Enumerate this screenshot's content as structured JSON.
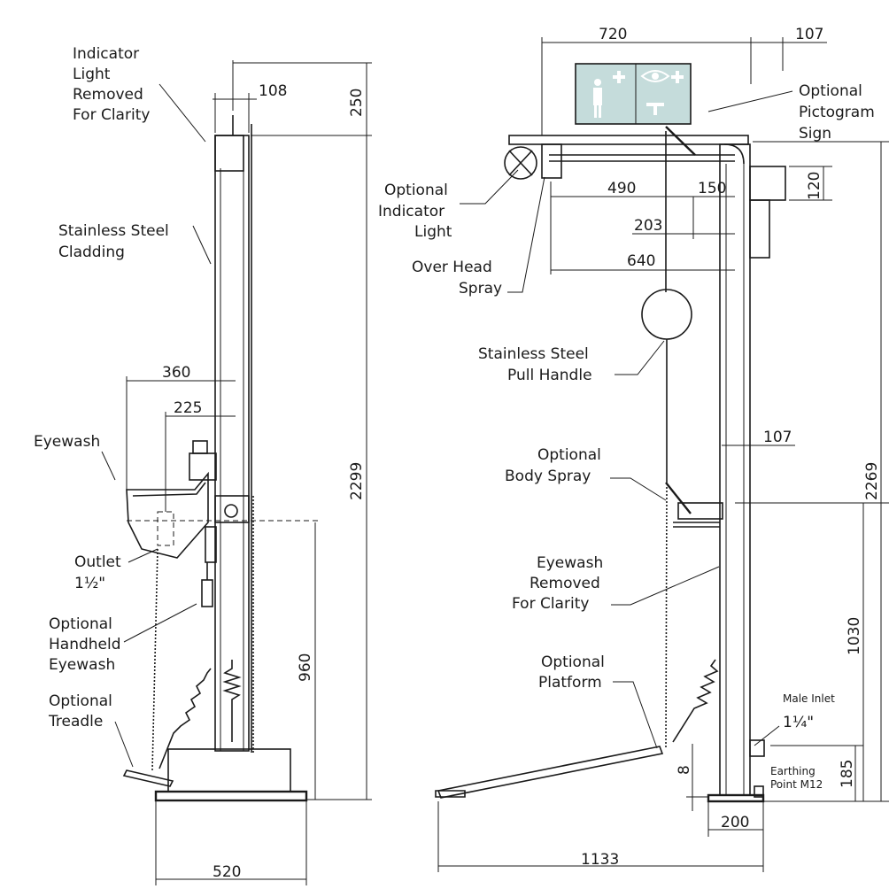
{
  "labels": {
    "indicator_light_removed": [
      "Indicator",
      "Light",
      "Removed",
      "For Clarity"
    ],
    "stainless_cladding": [
      "Stainless Steel",
      "Cladding"
    ],
    "eyewash": "Eyewash",
    "outlet": [
      "Outlet",
      "1½\""
    ],
    "optional_handheld": [
      "Optional",
      "Handheld",
      "Eyewash"
    ],
    "optional_treadle": [
      "Optional",
      "Treadle"
    ],
    "optional_indicator_light": [
      "Optional",
      "Indicator",
      "Light"
    ],
    "over_head_spray": [
      "Over Head",
      "Spray"
    ],
    "pull_handle": [
      "Stainless Steel",
      "Pull Handle"
    ],
    "body_spray": [
      "Optional",
      "Body Spray"
    ],
    "eyewash_removed": [
      "Eyewash",
      "Removed",
      "For Clarity"
    ],
    "optional_platform": [
      "Optional",
      "Platform"
    ],
    "pictogram_sign": [
      "Optional",
      "Pictogram",
      "Sign"
    ],
    "male_inlet": [
      "Male Inlet",
      "1¼\""
    ],
    "earthing_point": [
      "Earthing",
      "Point M12"
    ]
  },
  "dimensions": {
    "d108": "108",
    "d250": "250",
    "d2299": "2299",
    "d360": "360",
    "d225": "225",
    "d960": "960",
    "d520": "520",
    "d720": "720",
    "d107_top": "107",
    "d120": "120",
    "d490": "490",
    "d150": "150",
    "d203": "203",
    "d640": "640",
    "d107_mid": "107",
    "d2269": "2269",
    "d1030": "1030",
    "d185": "185",
    "d8": "8",
    "d200": "200",
    "d1133": "1133"
  },
  "icons": {
    "pictogram": [
      "person-shower-icon",
      "first-aid-plus-icon",
      "eye-icon",
      "shower-head-icon"
    ],
    "sign_color": "#c5dcdb"
  }
}
